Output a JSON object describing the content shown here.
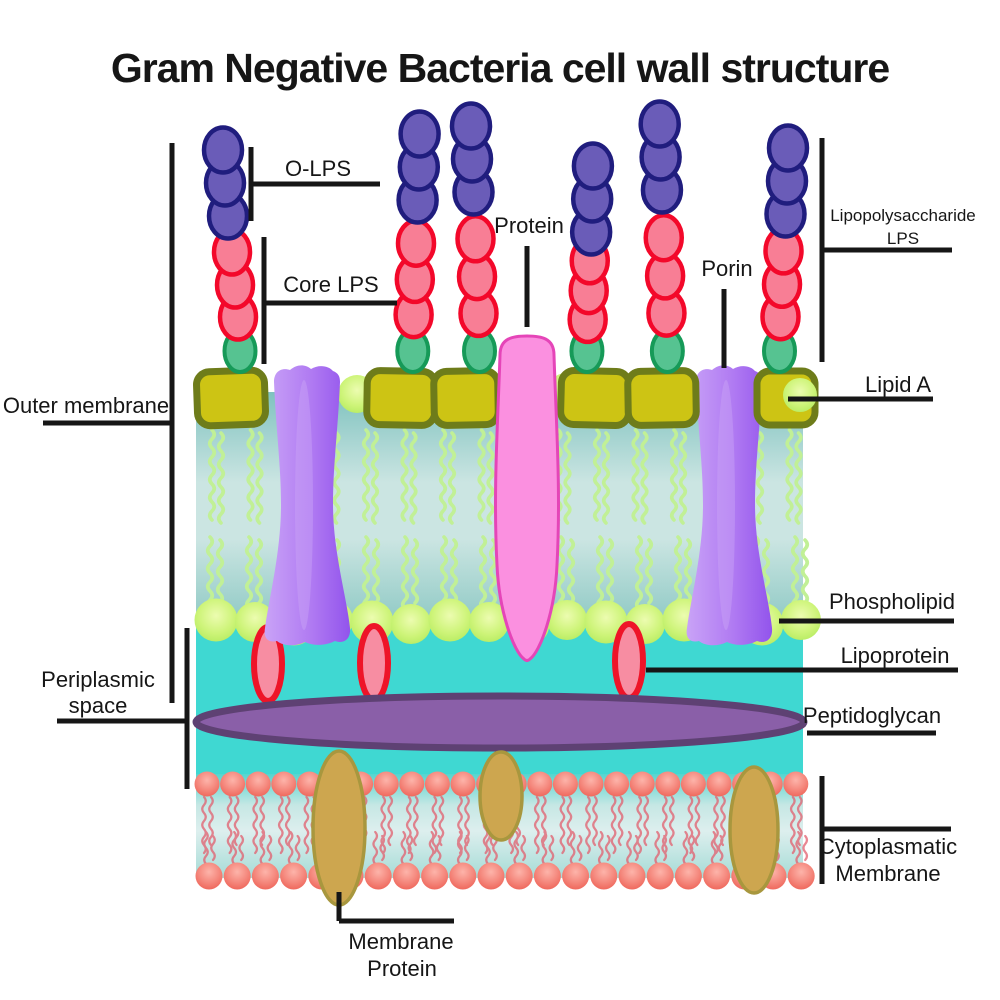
{
  "title": "Gram Negative Bacteria cell wall structure",
  "labels": {
    "o_lps": "O-LPS",
    "core_lps": "Core LPS",
    "protein": "Protein",
    "porin": "Porin",
    "lps_line1": "Lipopolysaccharide",
    "lps_line2": "LPS",
    "lipid_a": "Lipid A",
    "outer_membrane": "Outer membrane",
    "phospholipid": "Phospholipid",
    "lipoprotein": "Lipoprotein",
    "peptidoglycan": "Peptidoglycan",
    "periplasmic_line1": "Periplasmic",
    "periplasmic_line2": "space",
    "cytoplasmatic_line1": "Cytoplasmatic",
    "cytoplasmatic_line2": "Membrane",
    "membrane_protein_line1": "Membrane",
    "membrane_protein_line2": "Protein"
  },
  "colors": {
    "label_ink": "#161616",
    "om_edge": "#7fc2bf",
    "om_center": "#cbe5e2",
    "om_edge2": "#8ac7c2",
    "tail_green": "#c1f096",
    "head_light": "#ecfcb0",
    "head_green": "#cdf478",
    "head_dark": "#ace857",
    "periplasm": "#3fd8d2",
    "lipid_a_fill": "#cdc414",
    "lipid_a_stroke": "#6e7c1a",
    "o_antigen_fill": "#6a5cb8",
    "o_antigen_stroke": "#201d7e",
    "core_fill": "#f87e95",
    "core_stroke": "#f3082a",
    "kdo_fill": "#56c391",
    "kdo_stroke": "#169a58",
    "porin_light": "#c9a3f7",
    "porin_mid": "#b07af2",
    "porin_dark": "#9254ec",
    "protein_fill": "#fb90e0",
    "protein_stroke": "#e545b8",
    "lipoprotein_fill": "#f78da2",
    "lipoprotein_stroke": "#ee1428",
    "peptidoglycan_fill": "#8a5fa8",
    "peptidoglycan_stroke": "#5e4173",
    "salmon_light": "#fdb4aa",
    "salmon_mid": "#f58a7f",
    "salmon_dark": "#ed5d51",
    "membrane_tail": "#e25f6e",
    "im_cyan": "#54d5cf",
    "im_pale": "#c6e7e4",
    "im_paler": "#ddefee",
    "im_low": "#a5dbd6",
    "membrane_protein_fill": "#cda64f",
    "membrane_protein_stroke": "#a8973e"
  }
}
